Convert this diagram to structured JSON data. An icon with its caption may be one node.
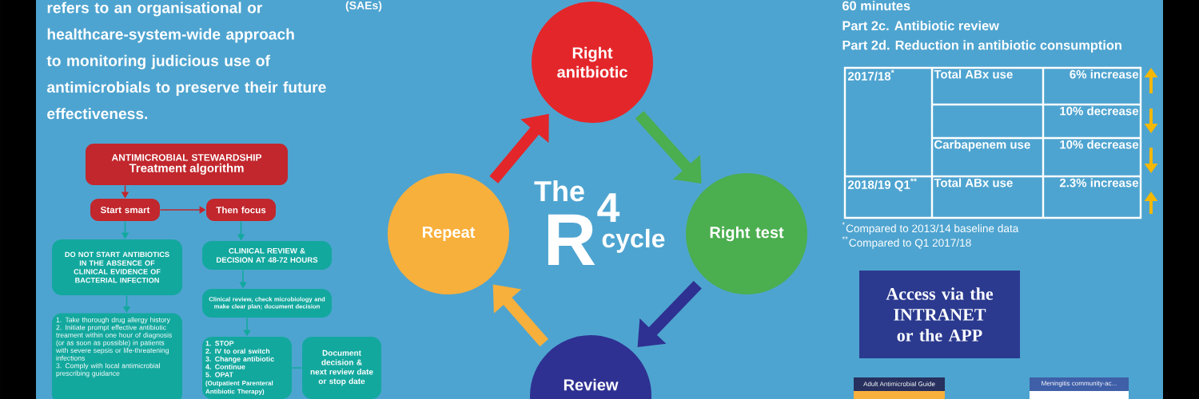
{
  "diagram": {
    "nodes": [
      {
        "text": [
          "ANTIMICROBIAL STEWARDSHIP",
          "Treatment algorithm"
        ]
      },
      {
        "text": [
          "Start smart"
        ]
      },
      {
        "text": [
          "Then focus"
        ]
      },
      {
        "text": [
          "DO NOT START ANTIBIOTICS IN THE ABSENCE OF CLINICAL EVIDENCE OF BACTERIAL INFECTION"
        ]
      },
      {
        "text": [
          "1. Take thorough drug allergy history",
          "2. Initiate prompt effective antibiotic treament within one hour of diagnosis (or as soon as possible) in patients with severe sepsis or life-threatening infections",
          "3. Comply with local antimicrobial prescribing guidance"
        ]
      },
      {
        "text": [
          "CLINICAL REVIEW & DECISION AT 48-72 HOURS"
        ]
      },
      {
        "text": [
          "Clinical review, check microbiology and make clear plan; document decision"
        ]
      },
      {
        "text": [
          "1. STOP",
          "2. IV to oral switch",
          "3. Change antibiotic",
          "4. Continue",
          "5. OPAT",
          "(Outpatient Parenteral Antibiotic Therapy)"
        ]
      },
      {
        "text": [
          "Document decision & next review date or stop date"
        ]
      },
      {
        "text": [
          "Right anitbiotic"
        ]
      },
      {
        "text": [
          "Right test"
        ]
      },
      {
        "text": [
          "Review"
        ]
      },
      {
        "text": [
          "Repeat"
        ]
      },
      {
        "text": [
          "Access via the INTRANET or the APP"
        ]
      }
    ],
    "edges": [
      {
        "from": 0,
        "to": 1,
        "arrow": "to",
        "color": "#c1272d"
      },
      {
        "from": 1,
        "to": 2,
        "arrow": "to",
        "color": "#c1272d"
      },
      {
        "from": 1,
        "to": 3,
        "arrow": "to"
      },
      {
        "from": 3,
        "to": 4,
        "arrow": "to"
      },
      {
        "from": 2,
        "to": 5,
        "arrow": "to"
      },
      {
        "from": 5,
        "to": 6,
        "arrow": "to"
      },
      {
        "from": 6,
        "to": 7,
        "arrow": "to"
      },
      {
        "from": 7,
        "to": 8,
        "arrow": "none"
      },
      {
        "from": 12,
        "to": 9,
        "arrow": "to",
        "style": "thick",
        "color": "#e3262a"
      },
      {
        "from": 9,
        "to": 10,
        "arrow": "to",
        "style": "thick",
        "color": "#4bae4f"
      },
      {
        "from": 10,
        "to": 11,
        "arrow": "to",
        "style": "thick",
        "color": "#2e3192"
      },
      {
        "from": 11,
        "to": 12,
        "arrow": "to",
        "style": "thick",
        "color": "#f8b03c"
      }
    ],
    "labels": [
      "(SAEs)",
      "refers to an organisational or healthcare-system-wide approach to monitoring judicious use of antimicrobials to preserve their future effectiveness.",
      "60 minutes",
      "Part 2c. Antibiotic review",
      "Part 2d. Reduction in antibiotic consumption",
      "2017/18$^{*}$",
      "Total ABx use",
      "6% increase",
      "10% decrease",
      "Carbapenem use",
      "10% decrease",
      "2018/19 Q1$^{**}$",
      "Total ABx use",
      "2.3% increase",
      "$^{*}$Compared to 2013/14 baseline data",
      "$^{**}$Compared to Q1 2017/18",
      "The",
      "R",
      "4",
      "cycle",
      "Adult Antimicrobial Guide",
      "Meningitis community-ac..."
    ]
  }
}
